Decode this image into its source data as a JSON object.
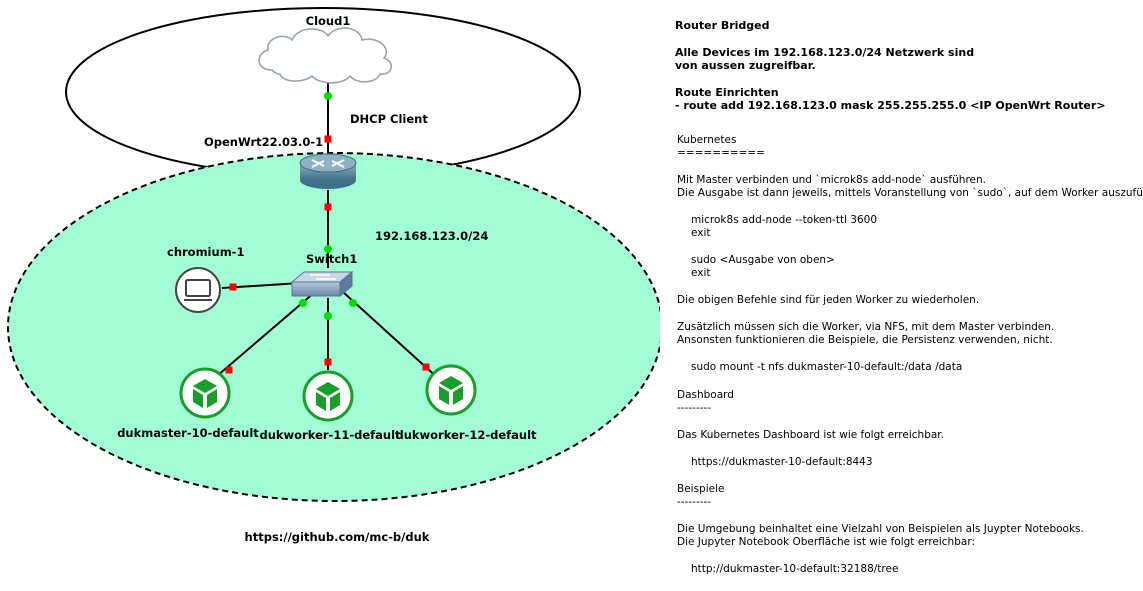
{
  "topology": {
    "cloud_label": "Cloud1",
    "dhcp_label": "DHCP Client",
    "router_label": "OpenWrt22.03.0-1",
    "switch_label": "Switch1",
    "subnet_label": "192.168.123.0/24",
    "client_label": "chromium-1",
    "nodes": [
      {
        "label": "dukmaster-10-default"
      },
      {
        "label": "dukworker-11-default"
      },
      {
        "label": "dukworker-12-default"
      }
    ],
    "repo_link": "https://github.com/mc-b/duk",
    "colors": {
      "lan_fill": "#a3fdd4",
      "link_up": "#00e000",
      "link_down": "#ff0000",
      "node_green": "#1a9e2a"
    }
  },
  "notes": {
    "title": "Router Bridged",
    "devices_line1": "Alle Devices im 192.168.123.0/24 Netzwerk sind",
    "devices_line2": "von aussen zugreifbar.",
    "route_heading": "Route Einrichten",
    "route_cmd": "- route add 192.168.123.0 mask 255.255.255.0 <IP OpenWrt Router>",
    "k8s_heading": "Kubernetes",
    "k8s_underline": "==========",
    "k8s_line1": "Mit Master verbinden und `microk8s add-node` ausführen.",
    "k8s_line2": "Die Ausgabe ist dann jeweils, mittels Voranstellung von `sudo`, auf dem Worker auszuführen.",
    "cmd_addnode": "microk8s add-node --token-ttl 3600",
    "cmd_exit1": "exit",
    "cmd_sudo": "sudo <Ausgabe von oben>",
    "cmd_exit2": "exit",
    "repeat_line": "Die obigen Befehle sind für jeden Worker zu wiederholen.",
    "nfs_line1": "Zusätzlich müssen sich die Worker, via NFS, mit dem Master verbinden.",
    "nfs_line2": "Ansonsten funktionieren die Beispiele, die Persistenz verwenden, nicht.",
    "cmd_mount": "sudo mount -t nfs dukmaster-10-default:/data /data",
    "dash_heading": "Dashboard",
    "dash_underline": "---------",
    "dash_line": "Das Kubernetes Dashboard ist wie folgt erreichbar.",
    "dash_url": "https://dukmaster-10-default:8443",
    "ex_heading": "Beispiele",
    "ex_underline": "---------",
    "ex_line1": "Die Umgebung beinhaltet eine Vielzahl von Beispielen als Juypter Notebooks.",
    "ex_line2": "Die Jupyter Notebook Oberfläche ist wie folgt erreichbar:",
    "ex_url": "http://dukmaster-10-default:32188/tree"
  }
}
